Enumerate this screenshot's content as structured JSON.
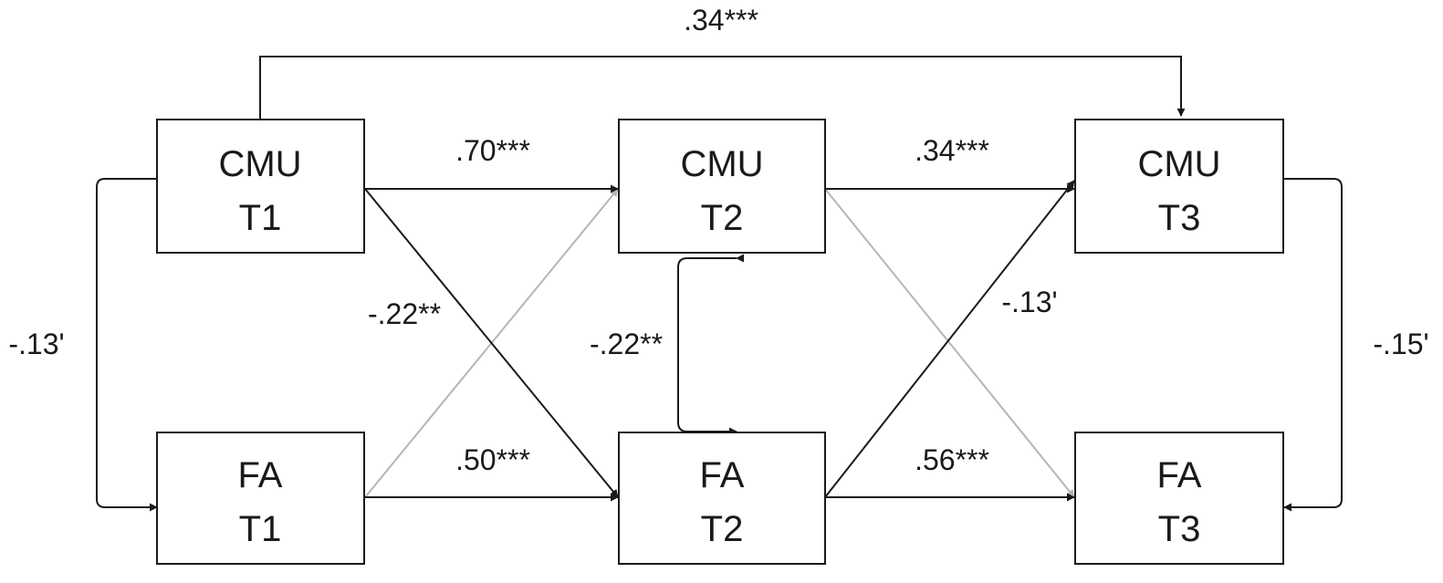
{
  "colors": {
    "dark": "#1a1a1a",
    "light": "#b5b5b5",
    "background": "#ffffff"
  },
  "nodes": {
    "cmu_t1": {
      "line1": "CMU",
      "line2": "T1"
    },
    "cmu_t2": {
      "line1": "CMU",
      "line2": "T2"
    },
    "cmu_t3": {
      "line1": "CMU",
      "line2": "T3"
    },
    "fa_t1": {
      "line1": "FA",
      "line2": "T1"
    },
    "fa_t2": {
      "line1": "FA",
      "line2": "T2"
    },
    "fa_t3": {
      "line1": "FA",
      "line2": "T3"
    }
  },
  "paths": {
    "cmu_t1_to_cmu_t3": ".34***",
    "cmu_t1_to_cmu_t2": ".70***",
    "cmu_t2_to_cmu_t3": ".34***",
    "fa_t1_to_fa_t2": ".50***",
    "fa_t2_to_fa_t3": ".56***",
    "cmu_t1_to_fa_t2": "-.22**",
    "fa_t2_to_cmu_t3": "-.13'",
    "cov_t1": "-.13'",
    "cov_t2": "-.22**",
    "cov_t3": "-.15'"
  }
}
